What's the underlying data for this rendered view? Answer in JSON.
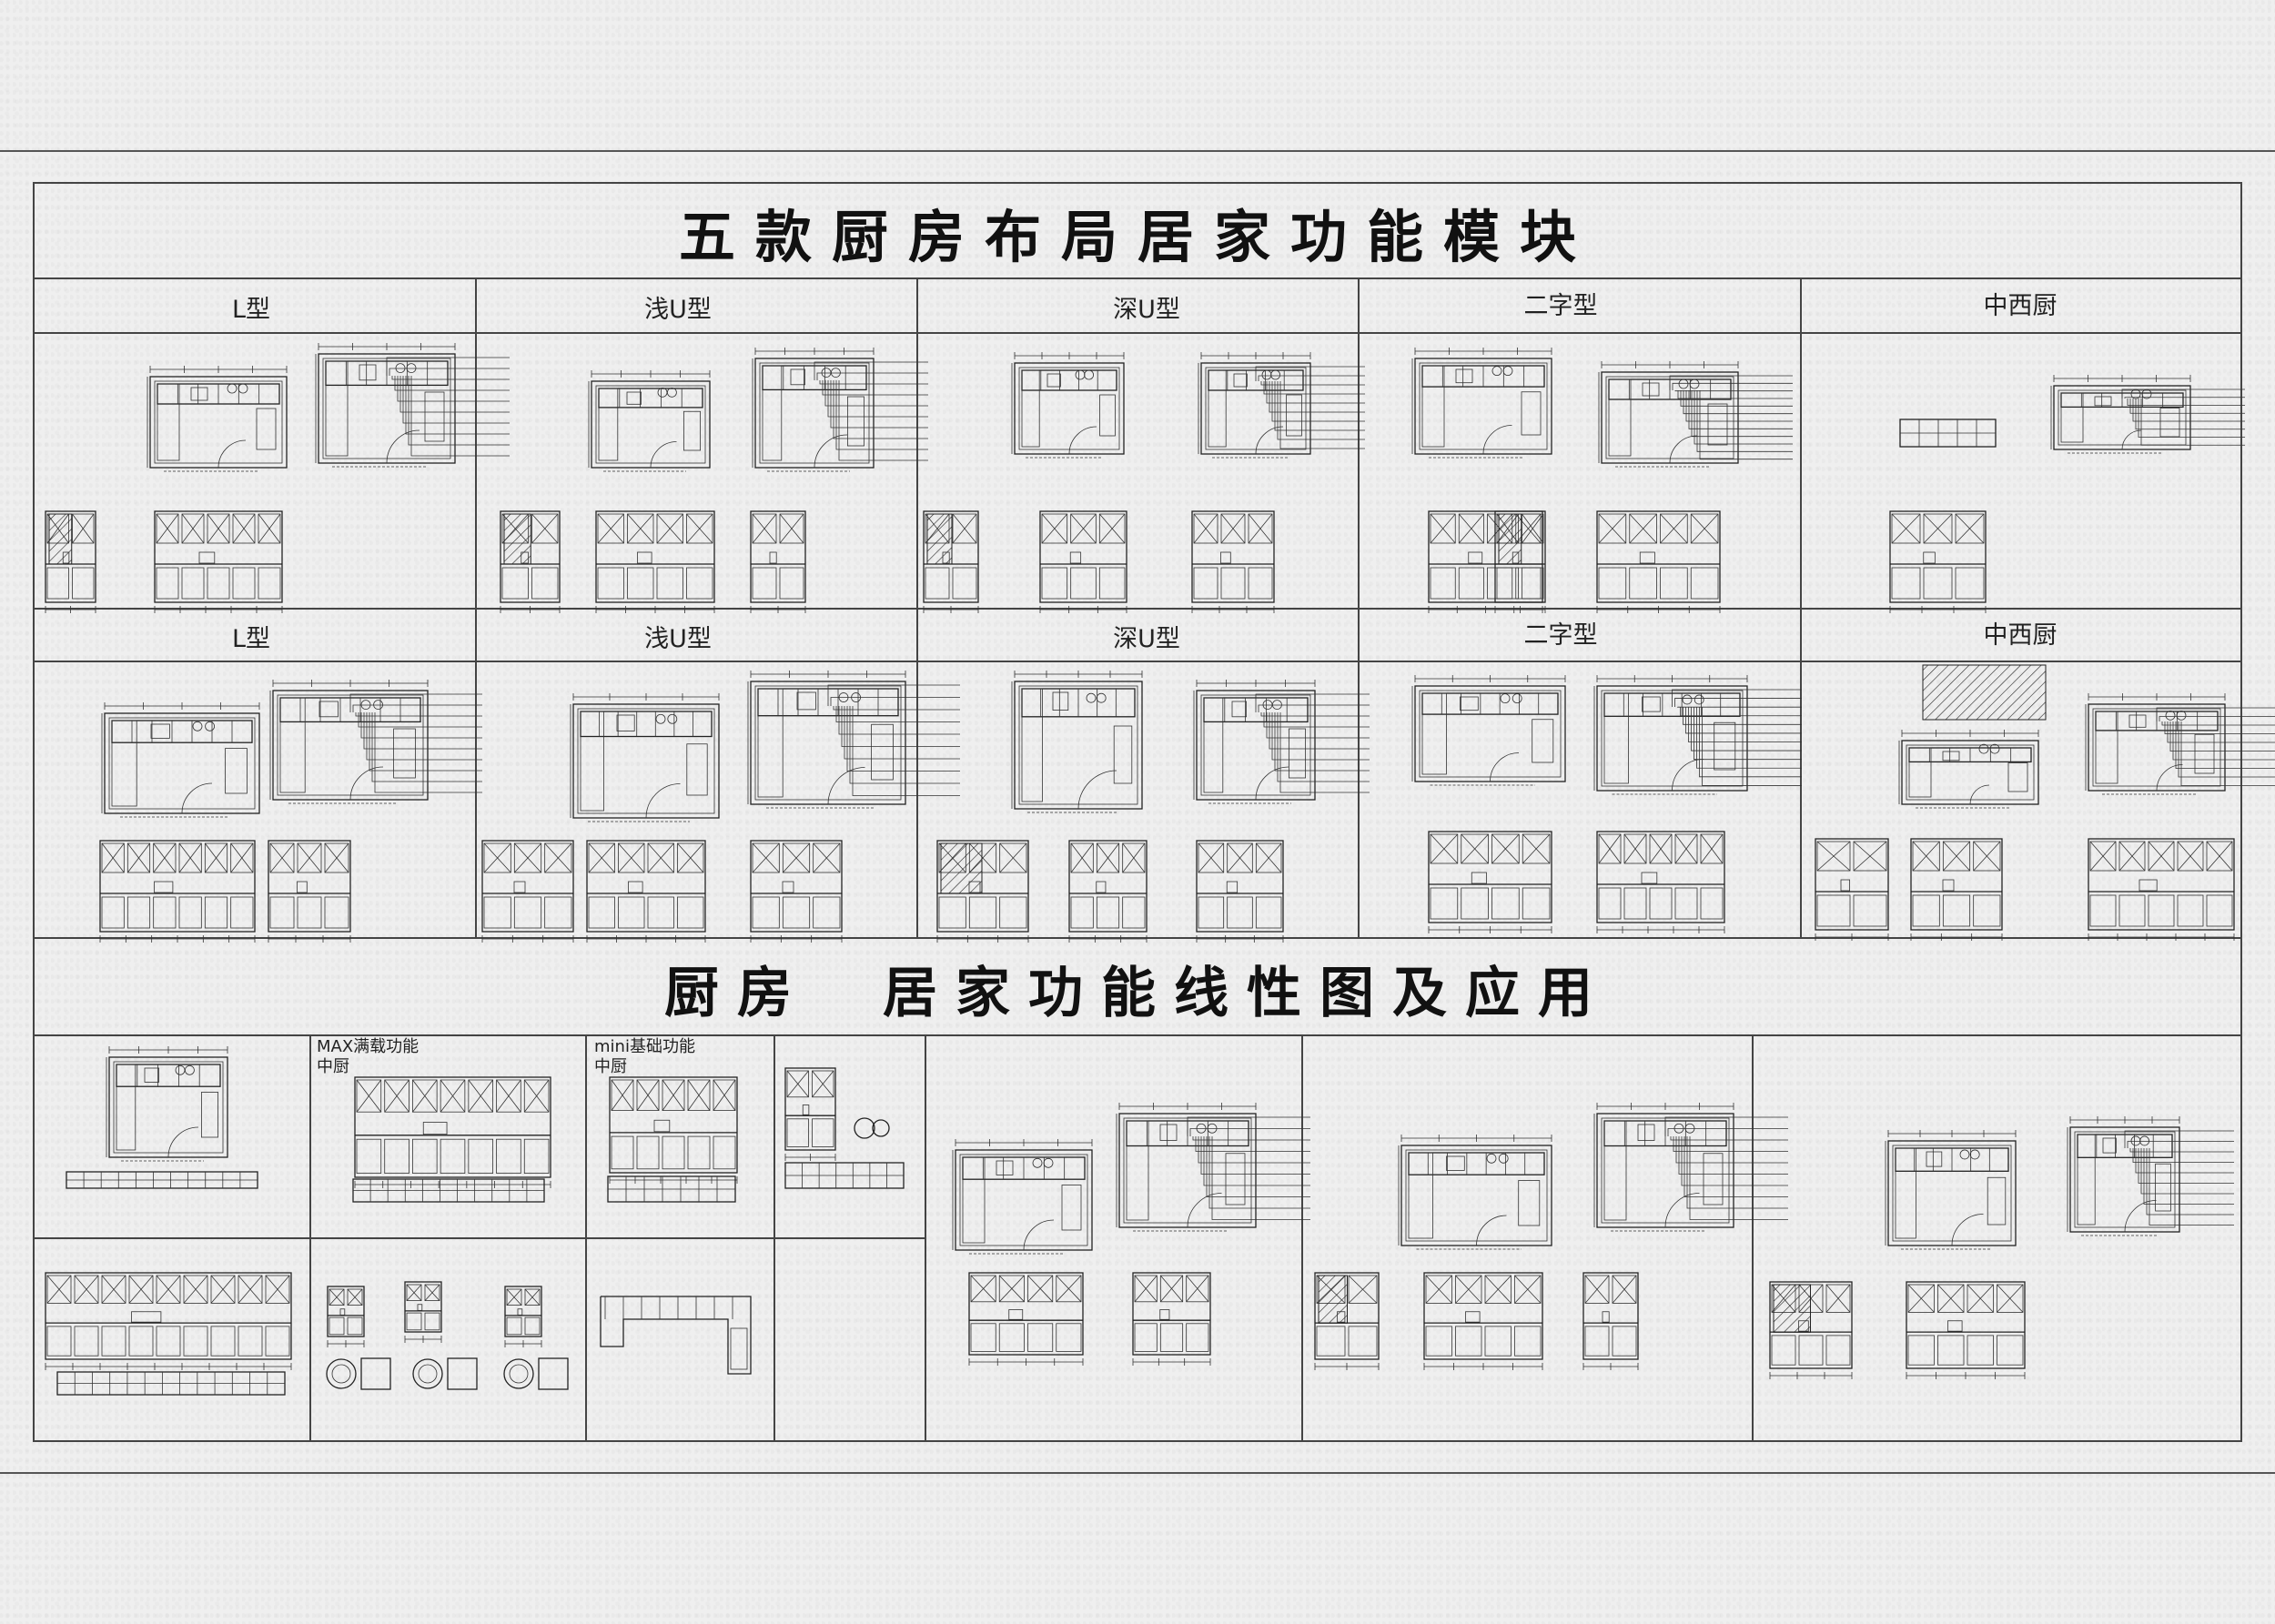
{
  "page": {
    "title": "五款厨房布局居家功能模块",
    "section2_title": "厨房　居家功能线性图及应用"
  },
  "rows": [
    {
      "labels": [
        "L型",
        "浅U型",
        "深U型",
        "二字型",
        "中西厨"
      ]
    },
    {
      "labels": [
        "L型",
        "浅U型",
        "深U型",
        "二字型",
        "中西厨"
      ]
    }
  ],
  "bottom": {
    "max_label": [
      "MAX满载功能",
      "中厨"
    ],
    "mini_label": [
      "mini基础功能",
      "中厨"
    ]
  },
  "colors": {
    "line": "#222222",
    "background": "#efefef"
  }
}
